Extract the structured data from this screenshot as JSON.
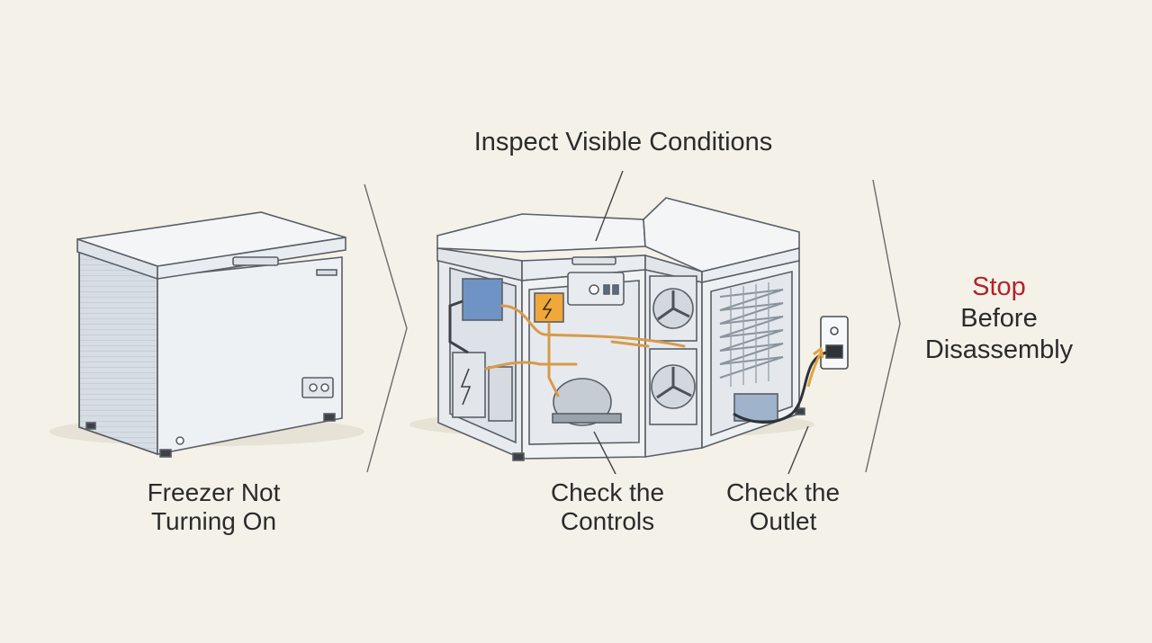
{
  "labels": {
    "inspect": "Inspect Visible Conditions",
    "freezer_line1": "Freezer Not",
    "freezer_line2": "Turning On",
    "controls_line1": "Check the",
    "controls_line2": "Controls",
    "outlet_line1": "Check the",
    "outlet_line2": "Outlet",
    "stop": "Stop",
    "stop_line2": "Before",
    "stop_line3": "Disassembly"
  },
  "colors": {
    "background": "#f4f1e8",
    "stop_accent": "#b3232a",
    "wire_copper": "#d89a4a",
    "relay_box": "#f0a838",
    "blue_box": "#6f93c4"
  },
  "icons": [
    "chest-freezer-icon",
    "open-freezer-cutaway-icon",
    "wall-outlet-icon",
    "fan-icon",
    "compressor-icon",
    "condenser-coil-icon",
    "lightning-bolt-icon"
  ]
}
